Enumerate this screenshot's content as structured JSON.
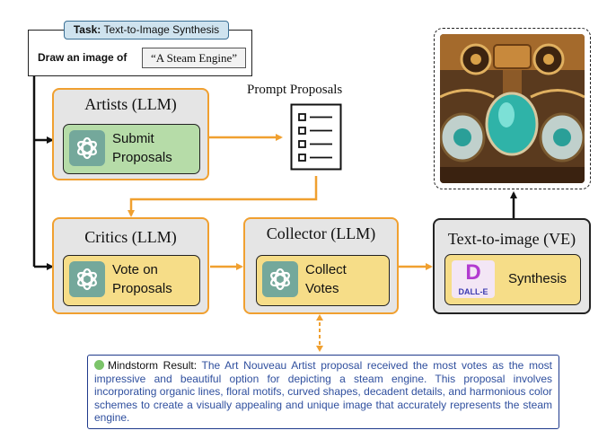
{
  "task": {
    "tag_label": "Task:",
    "tag_value": "Text-to-Image Synthesis",
    "instruction": "Draw an image of",
    "prompt": "“A Steam Engine”"
  },
  "artists": {
    "title": "Artists (LLM)",
    "action": "Submit\nProposals"
  },
  "prompt_proposals": {
    "label": "Prompt Proposals"
  },
  "critics": {
    "title": "Critics (LLM)",
    "action": "Vote on\nProposals"
  },
  "collector": {
    "title": "Collector (LLM)",
    "action": "Collect\nVotes"
  },
  "tti": {
    "title": "Text-to-image (VE)",
    "action": "Synthesis",
    "logo_letter": "D",
    "logo_text": "DALL-E"
  },
  "result": {
    "label": "Mindstorm Result:",
    "text": "The Art Nouveau Artist proposal received the most votes as the most impressive and beautiful option for depicting a steam engine. This proposal involves incorporating organic lines, floral motifs, curved shapes, decadent details, and harmonious color schemes to create a visually appealing and unique image that accurately represents the steam engine."
  },
  "colors": {
    "agent_border": "#f0a030",
    "artists_inner": "#b6dca8",
    "critics_inner": "#f6dd88",
    "result_text": "#2f4f9e",
    "gpt_logo": "#74a89b"
  },
  "icons": [
    "openai-logo-icon",
    "dalle-logo-icon",
    "checklist-icon",
    "steampunk-image"
  ]
}
